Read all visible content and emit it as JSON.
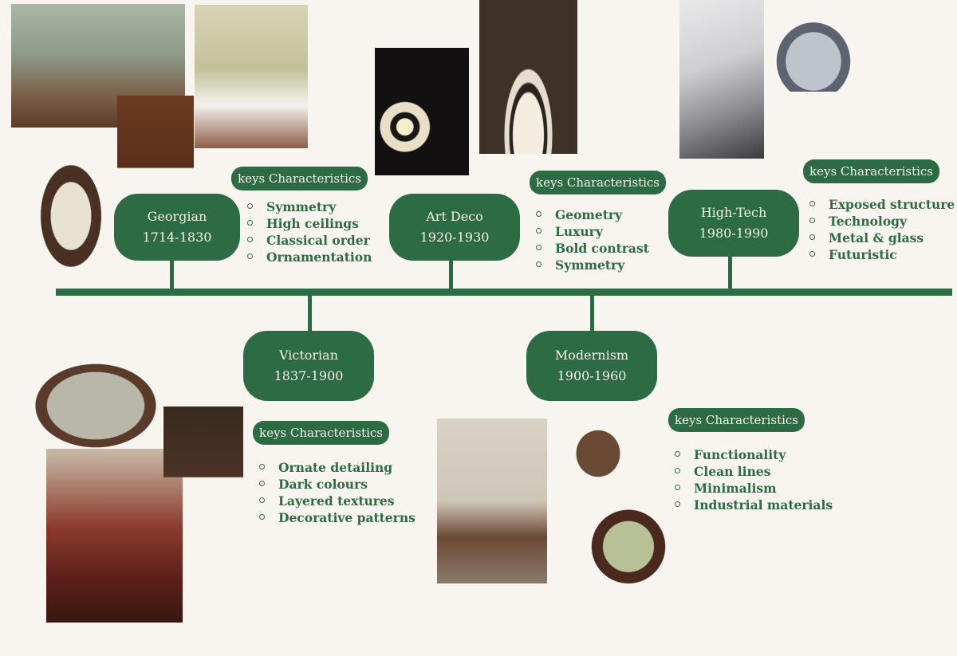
{
  "eras": {
    "georgian": {
      "name": "Georgian",
      "years": "1714-1830"
    },
    "artdeco": {
      "name": "Art Deco",
      "years": "1920-1930"
    },
    "hightech": {
      "name": "High-Tech",
      "years": "1980-1990"
    },
    "victorian": {
      "name": "Victorian",
      "years": "1837-1900"
    },
    "modernism": {
      "name": "Modernism",
      "years": "1900-1960"
    }
  },
  "keys_label": "keys Characteristics",
  "characteristics": {
    "georgian": [
      "Symmetry",
      "High ceilings",
      "Classical order",
      "Ornamentation"
    ],
    "artdeco": [
      "Geometry",
      "Luxury",
      "Bold contrast",
      "Symmetry"
    ],
    "hightech": [
      "Exposed structure",
      "Technology",
      "Metal & glass",
      "Futuristic"
    ],
    "victorian": [
      "Ornate detailing",
      "Dark colours",
      "Layered textures",
      "Decorative patterns"
    ],
    "modernism": [
      "Functionality",
      "Clean lines",
      "Minimalism",
      "Industrial materials"
    ]
  },
  "colors": {
    "accent": "#2d6b45",
    "background": "#f8f5f0",
    "text_on_accent": "#f4efe6"
  }
}
